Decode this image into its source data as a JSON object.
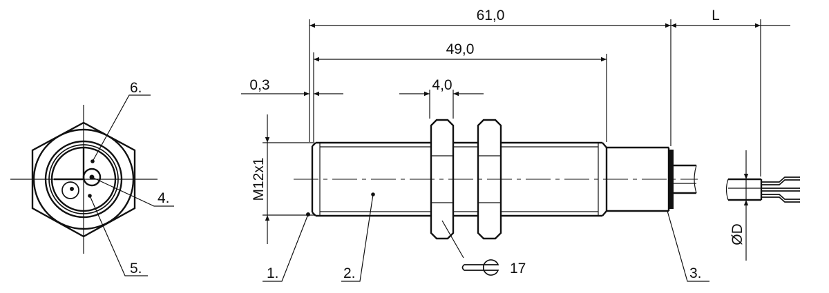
{
  "dimensions": {
    "overall_length": "61,0",
    "thread_length": "49,0",
    "flange_offset": "0,3",
    "nut_width": "4,0",
    "cable_length": "L",
    "thread_size": "M12x1",
    "cable_diameter": "ØD",
    "wrench_size": "17"
  },
  "callouts": {
    "c1": "1.",
    "c2": "2.",
    "c3": "3.",
    "c4": "4.",
    "c5": "5.",
    "c6": "6."
  },
  "icons": {
    "wrench": "wrench-icon",
    "diameter": "diameter-symbol"
  }
}
